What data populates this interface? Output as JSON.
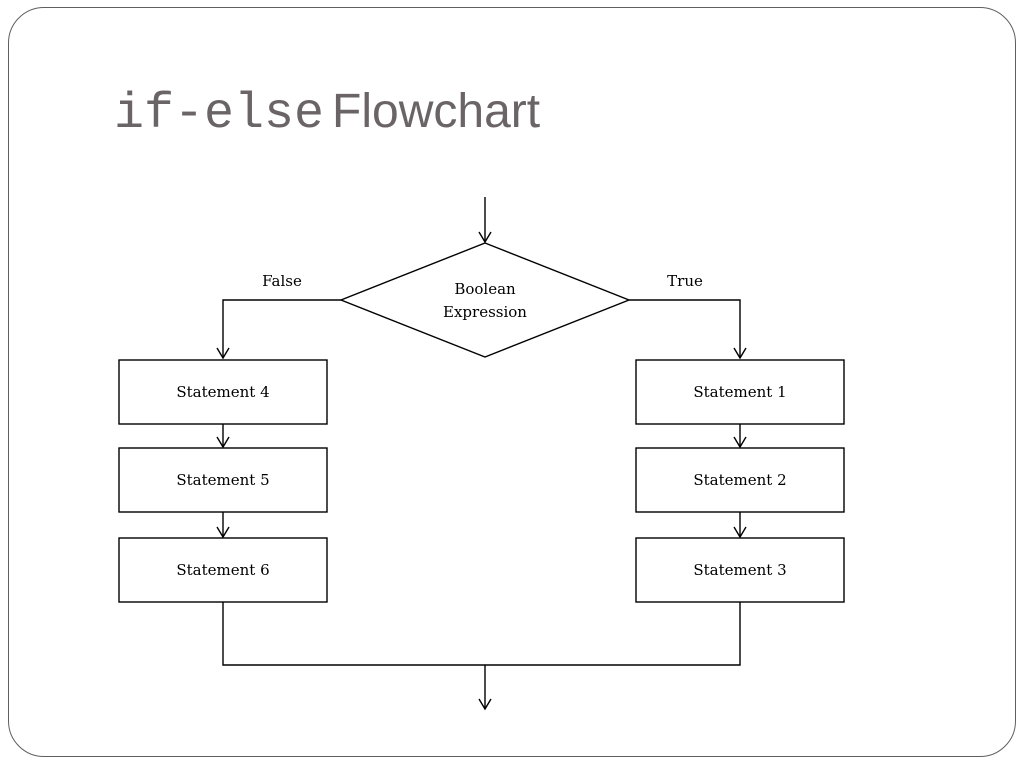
{
  "slide": {
    "title_code": "if-else",
    "title_text": "Flowchart"
  },
  "flowchart": {
    "decision": {
      "line1": "Boolean",
      "line2": "Expression"
    },
    "false_label": "False",
    "true_label": "True",
    "false_branch": [
      "Statement 4",
      "Statement 5",
      "Statement 6"
    ],
    "true_branch": [
      "Statement 1",
      "Statement 2",
      "Statement 3"
    ]
  }
}
